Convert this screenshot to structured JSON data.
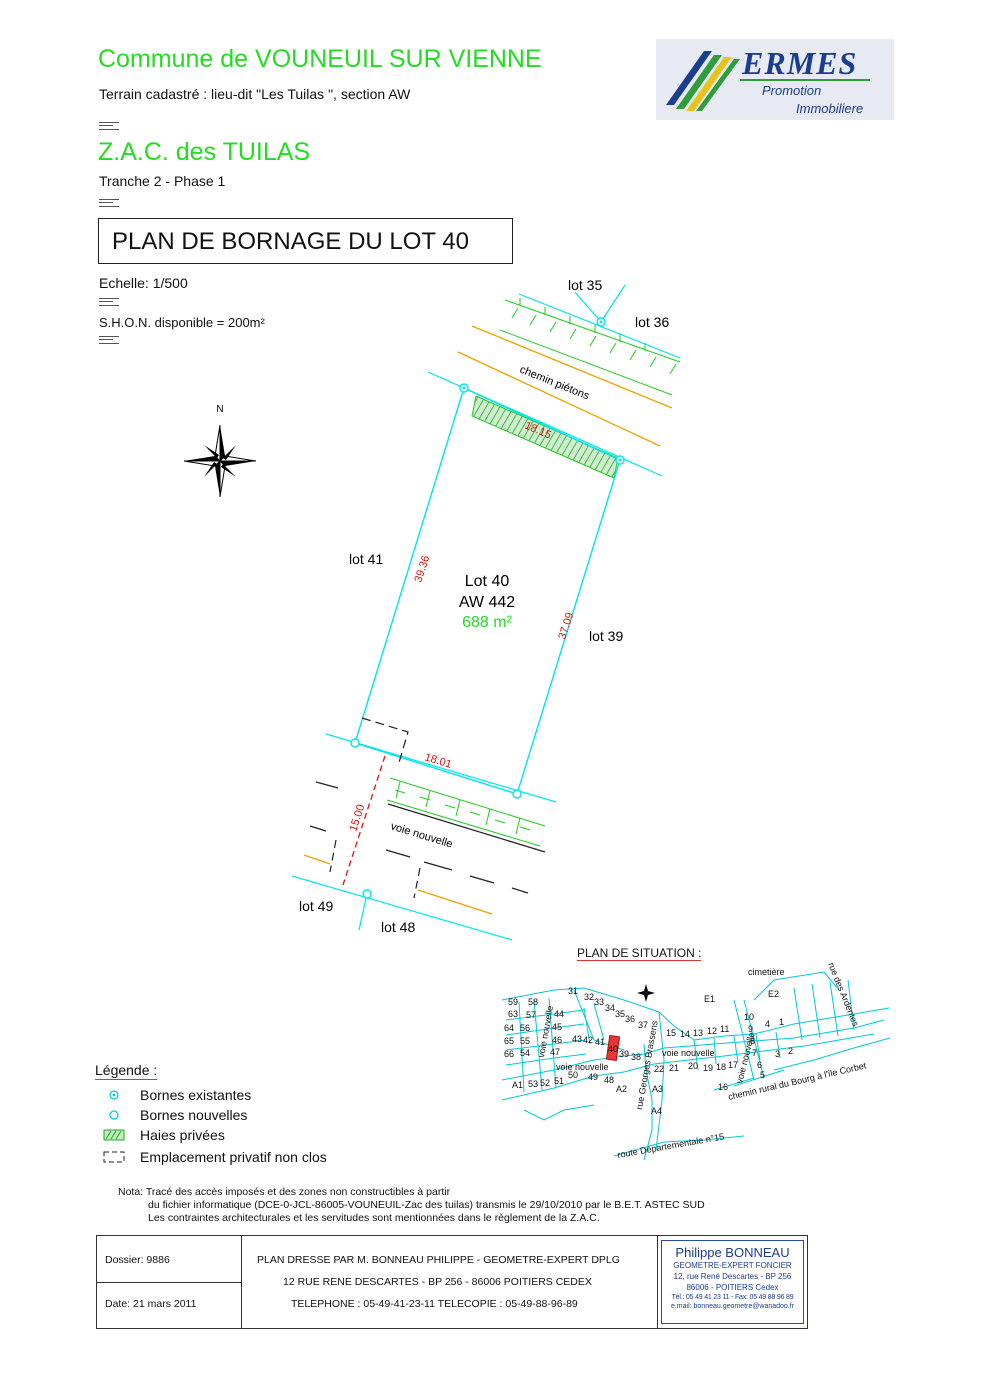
{
  "header": {
    "commune": "Commune de VOUNEUIL SUR VIENNE",
    "terrain": "Terrain cadastré : lieu-dit \"Les Tuilas \", section AW",
    "zac": "Z.A.C. des TUILAS",
    "tranche": "Tranche 2 - Phase 1",
    "plan_title": "PLAN DE BORNAGE DU LOT 40",
    "echelle": "Echelle: 1/500",
    "shon": "S.H.O.N. disponible = 200m²"
  },
  "logo": {
    "word": "ERMES",
    "line1": "Promotion",
    "line2": "Immobiliere",
    "colors": {
      "blue": "#1a3d8f",
      "green": "#2e9d3a",
      "yellow": "#e6c51b"
    }
  },
  "compass": {
    "north": "N"
  },
  "plan": {
    "lot": "Lot 40",
    "parcel": "AW 442",
    "area": "688 m²",
    "neighbours": {
      "lot35": "lot 35",
      "lot36": "lot 36",
      "lot41": "lot 41",
      "lot39": "lot 39",
      "lot49": "lot 49",
      "lot48": "lot 48"
    },
    "paths": {
      "chemin": "chemin piétons",
      "voie": "voie nouvelle"
    },
    "dims": {
      "top": "18.15",
      "left": "39.36",
      "right": "37.09",
      "bottom": "18.01",
      "access": "15.00"
    },
    "colors": {
      "boundary": "#00e5ee",
      "dims": "#dd1111",
      "hedge": "#22dd22",
      "path": "#f0a000",
      "area": "#22dd22"
    }
  },
  "situation": {
    "title": "PLAN DE SITUATION :",
    "labels": {
      "cimetiere": "cimetière",
      "ardentes": "rue des Ardentes",
      "brassens": "rue Georges Brassens",
      "voie1": "voie nouvelle",
      "voie2": "voie nouvelle",
      "voie3": "voie nouvelle",
      "voie4": "voie nouvelle",
      "chemin_rural": "chemin rural du Bourg à l'île Corbet",
      "route": "route Départementale n°15"
    },
    "lots": [
      "59",
      "58",
      "63",
      "57",
      "44",
      "64",
      "56",
      "45",
      "65",
      "55",
      "46",
      "43",
      "42",
      "41",
      "66",
      "54",
      "47",
      "31",
      "32",
      "33",
      "34",
      "35",
      "36",
      "37",
      "40",
      "39",
      "38",
      "15",
      "14",
      "13",
      "12",
      "11",
      "10",
      "9",
      "4",
      "1",
      "8",
      "7",
      "3",
      "2",
      "6",
      "5",
      "22",
      "21",
      "20",
      "19",
      "18",
      "17",
      "16",
      "50",
      "49",
      "48",
      "51",
      "52",
      "53",
      "A1",
      "A2",
      "A3",
      "A4",
      "E1",
      "E2"
    ]
  },
  "legend": {
    "title": "Légende :",
    "items": [
      {
        "label": "Bornes existantes"
      },
      {
        "label": "Bornes nouvelles"
      },
      {
        "label": "Haies privées"
      },
      {
        "label": "Emplacement privatif non clos"
      }
    ]
  },
  "nota": {
    "line1": "Nota: Tracé des accès imposés et des zones non constructibles à partir",
    "line2": "du fichier informatique (DCE-0-JCL-86005-VOUNEUIL-Zac des tuilas) transmis  le 29/10/2010 par le B.E.T. ASTEC SUD",
    "line3": "Les contraintes architecturales et les servitudes sont mentionnées dans le règlement de la Z.A.C."
  },
  "footer": {
    "dossier": "Dossier: 9886",
    "date": "Date: 21 mars 2011",
    "center1": "PLAN DRESSE PAR M. BONNEAU PHILIPPE - GEOMETRE-EXPERT DPLG",
    "center2": "12 RUE RENE DESCARTES - BP 256 - 86006 POITIERS CEDEX",
    "center3": "TELEPHONE : 05-49-41-23-11  TELECOPIE : 05-49-88-96-89",
    "surveyor": {
      "name": "Philippe BONNEAU",
      "title": "GEOMETRE-EXPERT FONCIER",
      "addr1": "12, rue René Descartes - BP 256",
      "addr2": "86006 -  POITIERS Cedex",
      "tel": "Tél.: 05 49 41 23 11 - Fax: 05 49 88 96 89",
      "email": "e.mail: bonneau.geometre@wanadoo.fr"
    }
  }
}
